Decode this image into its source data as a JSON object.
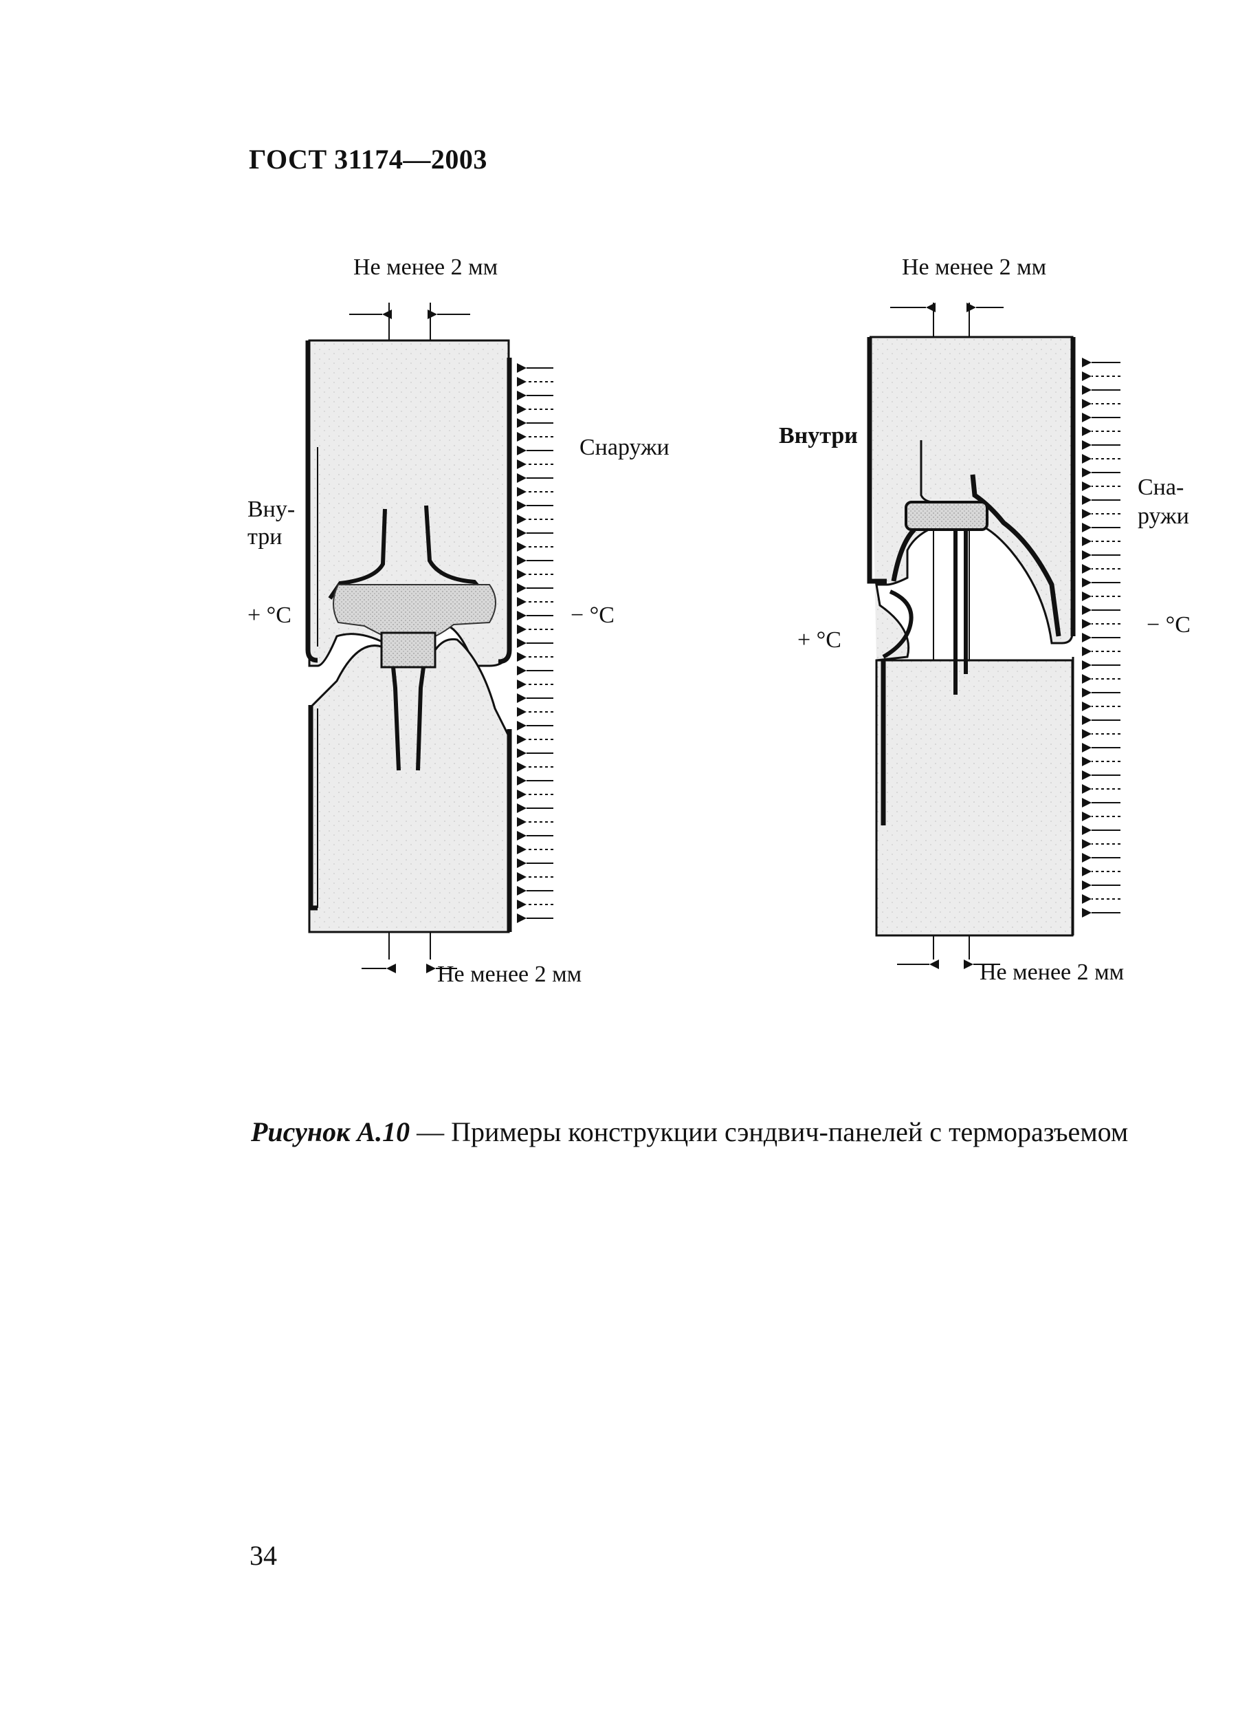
{
  "header": {
    "document_code": "ГОСТ 31174—2003"
  },
  "figure": {
    "left_panel": {
      "top_dimension_label": "Не менее 2 мм",
      "bottom_dimension_label": "Не менее 2 мм",
      "inside_label_line1": "Вну-",
      "inside_label_line2": "три",
      "outside_label": "Снаружи",
      "warm_side_label": "+ °С",
      "cold_side_label": "− °С"
    },
    "right_panel": {
      "top_dimension_label": "Не менее 2 мм",
      "bottom_dimension_label": "Не менее 2 мм",
      "inside_label": "Внутри",
      "outside_label_line1": "Сна-",
      "outside_label_line2": "ружи",
      "warm_side_label": "+ °С",
      "cold_side_label": "− °С"
    }
  },
  "caption": {
    "figure_id": "Рисунок А.10",
    "text": " — Примеры конструкции сэндвич-панелей с терморазъемом"
  },
  "footer": {
    "page_number": "34"
  }
}
